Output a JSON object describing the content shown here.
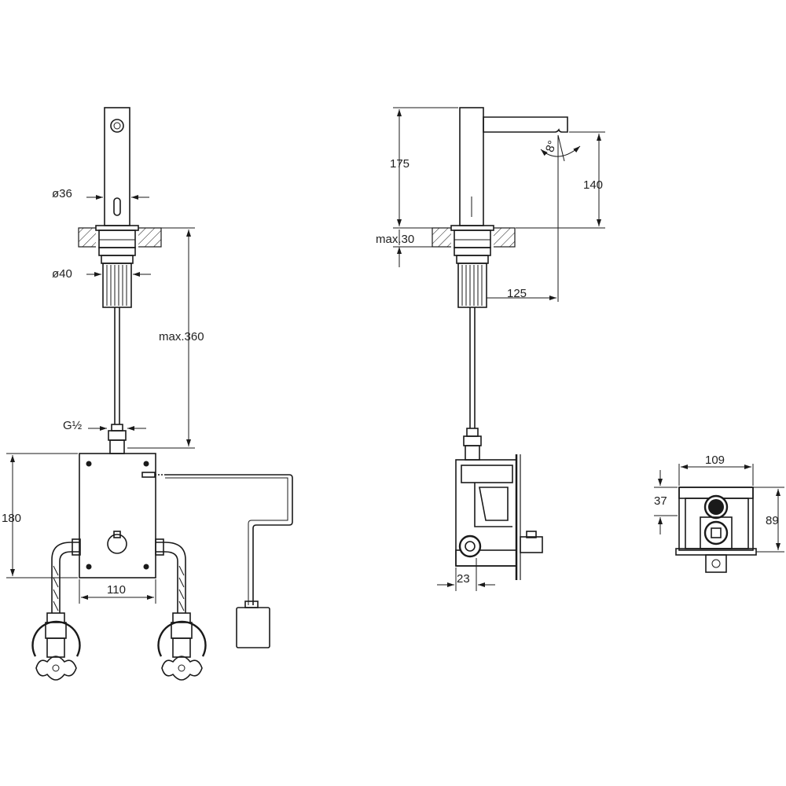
{
  "colors": {
    "line": "#1a1a1a",
    "background": "#ffffff",
    "text": "#222222"
  },
  "front_view": {
    "dim_spout_diameter": "ø36",
    "dim_base_diameter": "ø40",
    "dim_hose_length": "max.360",
    "dim_connection": "G½",
    "dim_box_height": "180",
    "dim_valve_spacing": "110"
  },
  "side_view": {
    "dim_height": "175",
    "dim_counter_thickness": "max.30",
    "dim_outlet_height": "140",
    "dim_reach": "125",
    "dim_spray_angle": "8°",
    "dim_box_offset": "23"
  },
  "top_view": {
    "dim_width": "109",
    "dim_flange": "37",
    "dim_depth": "89"
  }
}
